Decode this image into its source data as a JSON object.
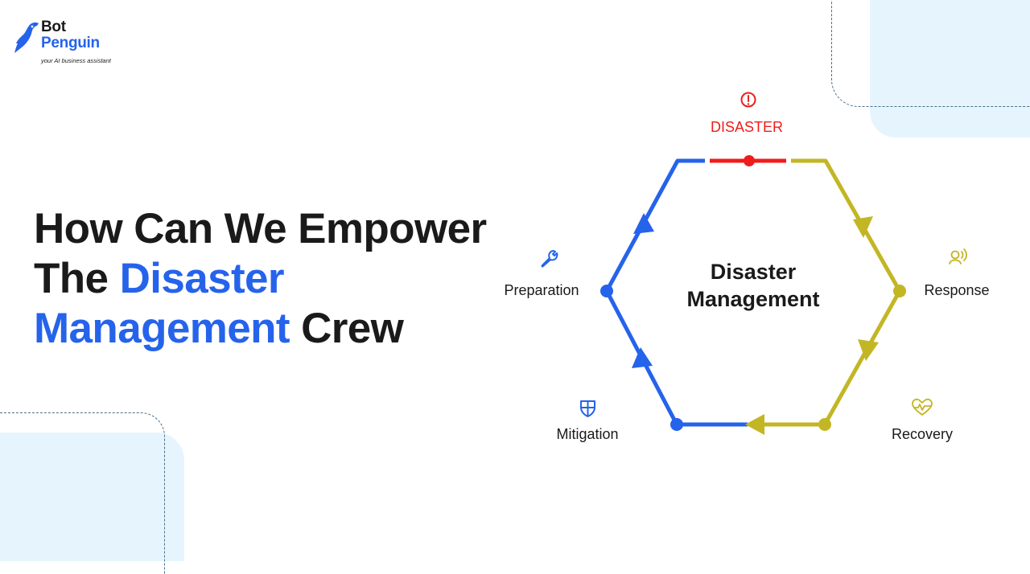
{
  "brand": {
    "name_line1": "Bot",
    "name_line2": "Penguin",
    "tagline": "your AI business assistant",
    "colors": {
      "blue": "#2563eb",
      "dark": "#1a1a1a"
    }
  },
  "headline": {
    "line1": "How Can We Empower",
    "line2_plain": "The ",
    "line2_highlight": "Disaster",
    "line3_highlight": "Management",
    "line3_plain": " Crew"
  },
  "diagram": {
    "center_line1": "Disaster",
    "center_line2": "Management",
    "stages": [
      {
        "label": "DISASTER",
        "icon": "alert-circle-icon",
        "color": "#ef1c1c"
      },
      {
        "label": "Response",
        "icon": "speaking-person-icon",
        "color": "#c3b625"
      },
      {
        "label": "Recovery",
        "icon": "heartbeat-icon",
        "color": "#c3b625"
      },
      {
        "label": "Mitigation",
        "icon": "shield-icon",
        "color": "#2563eb"
      },
      {
        "label": "Preparation",
        "icon": "wrench-icon",
        "color": "#2563eb"
      }
    ],
    "segment_colors": {
      "preparedness": "#2563eb",
      "disaster": "#ef1c1c",
      "recovery": "#c3b625"
    }
  }
}
